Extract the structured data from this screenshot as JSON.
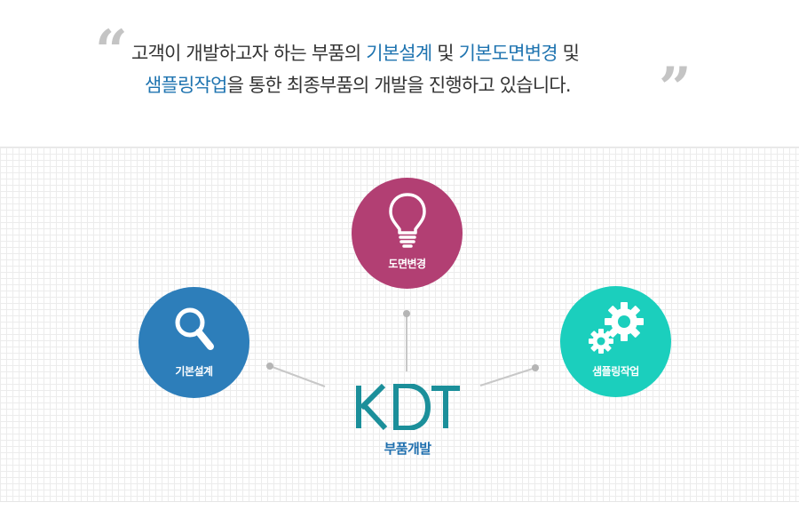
{
  "statement": {
    "line1": [
      {
        "text": "고객이 개발하고자 하는 부품의 ",
        "highlight": false
      },
      {
        "text": "기본설계",
        "highlight": true
      },
      {
        "text": " 및 ",
        "highlight": false
      },
      {
        "text": "기본도면변경",
        "highlight": true
      },
      {
        "text": " 및",
        "highlight": false
      }
    ],
    "line2": [
      {
        "text": "샘플링작업",
        "highlight": true
      },
      {
        "text": "을 통한 최종부품의 개발을 진행하고 있습니다.",
        "highlight": false
      }
    ]
  },
  "nodes": {
    "drawing": {
      "label": "도면변경",
      "icon": "lightbulb-icon",
      "color": "#b23f73"
    },
    "basic": {
      "label": "기본설계",
      "icon": "magnifier-icon",
      "color": "#2d7eba"
    },
    "sample": {
      "label": "샘플링작업",
      "icon": "gears-icon",
      "color": "#1bcfbd"
    }
  },
  "center": {
    "logo_text": "KDT",
    "label": "부품개발"
  },
  "colors": {
    "highlight": "#1f74b0",
    "logo": "#1b8f9a",
    "connector": "#c8c8c8"
  }
}
